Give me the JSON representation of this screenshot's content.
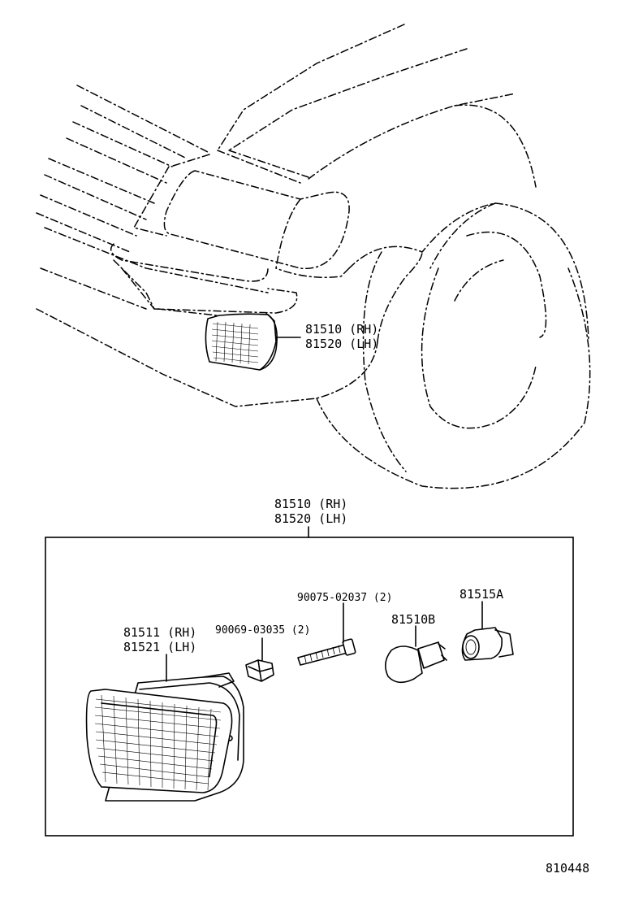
{
  "labels": {
    "assembly_top_rh": "81510 (RH)",
    "assembly_top_lh": "81520 (LH)",
    "assembly_box_rh": "81510 (RH)",
    "assembly_box_lh": "81520 (LH)",
    "lens_rh": "81511 (RH)",
    "lens_lh": "81521 (LH)",
    "clip": "90069-03035 (2)",
    "screw": "90075-02037 (2)",
    "bulb": "81510B",
    "socket": "81515A",
    "figure_number": "810448"
  }
}
